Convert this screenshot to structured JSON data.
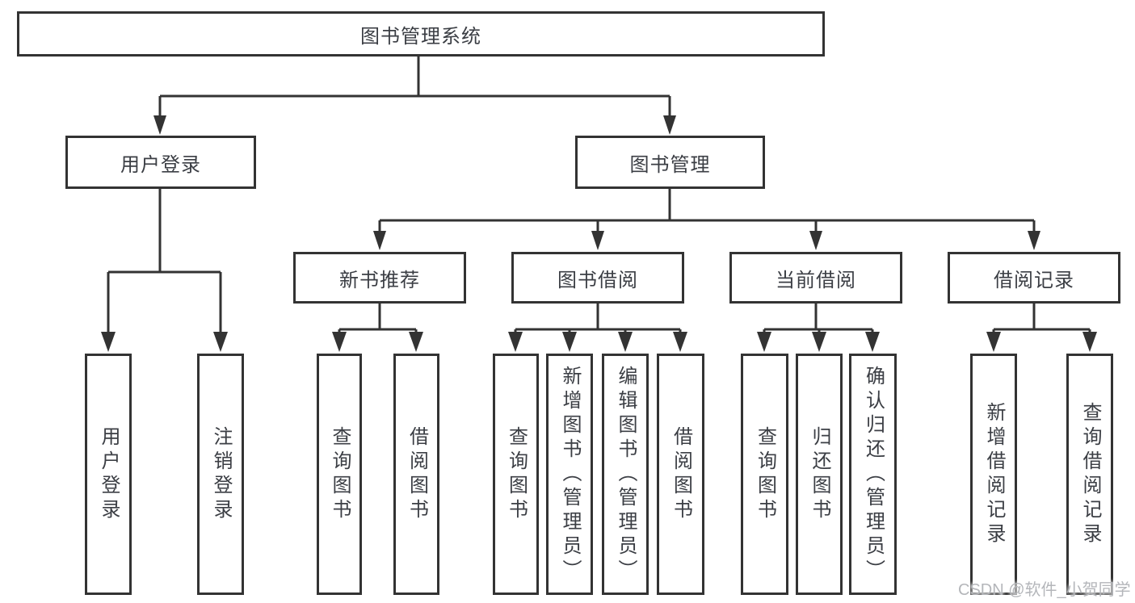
{
  "diagram": {
    "root": {
      "label": "图书管理系统"
    },
    "level2": [
      {
        "label": "用户登录",
        "children": [
          {
            "label": "用户登录"
          },
          {
            "label": "注销登录"
          }
        ]
      },
      {
        "label": "图书管理",
        "children": [
          {
            "label": "新书推荐",
            "children": [
              {
                "label": "查询图书"
              },
              {
                "label": "借阅图书"
              }
            ]
          },
          {
            "label": "图书借阅",
            "children": [
              {
                "label": "查询图书"
              },
              {
                "label": "新增图书（管理员）"
              },
              {
                "label": "编辑图书（管理员）"
              },
              {
                "label": "借阅图书"
              }
            ]
          },
          {
            "label": "当前借阅",
            "children": [
              {
                "label": "查询图书"
              },
              {
                "label": "归还图书"
              },
              {
                "label": "确认归还（管理员）"
              }
            ]
          },
          {
            "label": "借阅记录",
            "children": [
              {
                "label": "新增借阅记录"
              },
              {
                "label": "查询借阅记录"
              }
            ]
          }
        ]
      }
    ]
  },
  "watermark": {
    "text": "CSDN @软件_小贺同学"
  },
  "colors": {
    "line": "#333333",
    "box_border": "#333333",
    "text": "#3b3e44",
    "watermark": "#b4b6ba",
    "background": "#ffffff"
  }
}
